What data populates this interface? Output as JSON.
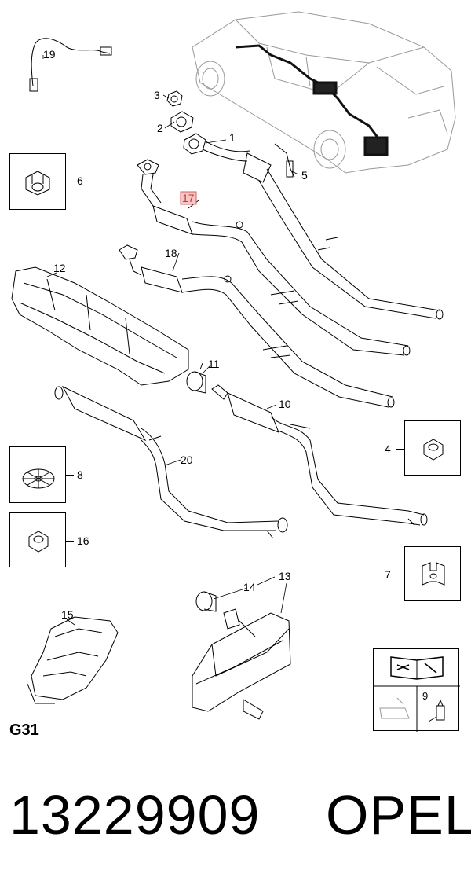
{
  "callouts": {
    "c1": "1",
    "c2": "2",
    "c3": "3",
    "c4": "4",
    "c5": "5",
    "c6": "6",
    "c7": "7",
    "c8": "8",
    "c9": "9",
    "c10": "10",
    "c11": "11",
    "c12": "12",
    "c13": "13",
    "c14": "14",
    "c15": "15",
    "c16": "16",
    "c17": "17",
    "c18": "18",
    "c19": "19",
    "c20": "20"
  },
  "diagram_code": "G31",
  "part_number": "13229909",
  "brand": "OPEL",
  "highlight_color": "#f6c6c6"
}
